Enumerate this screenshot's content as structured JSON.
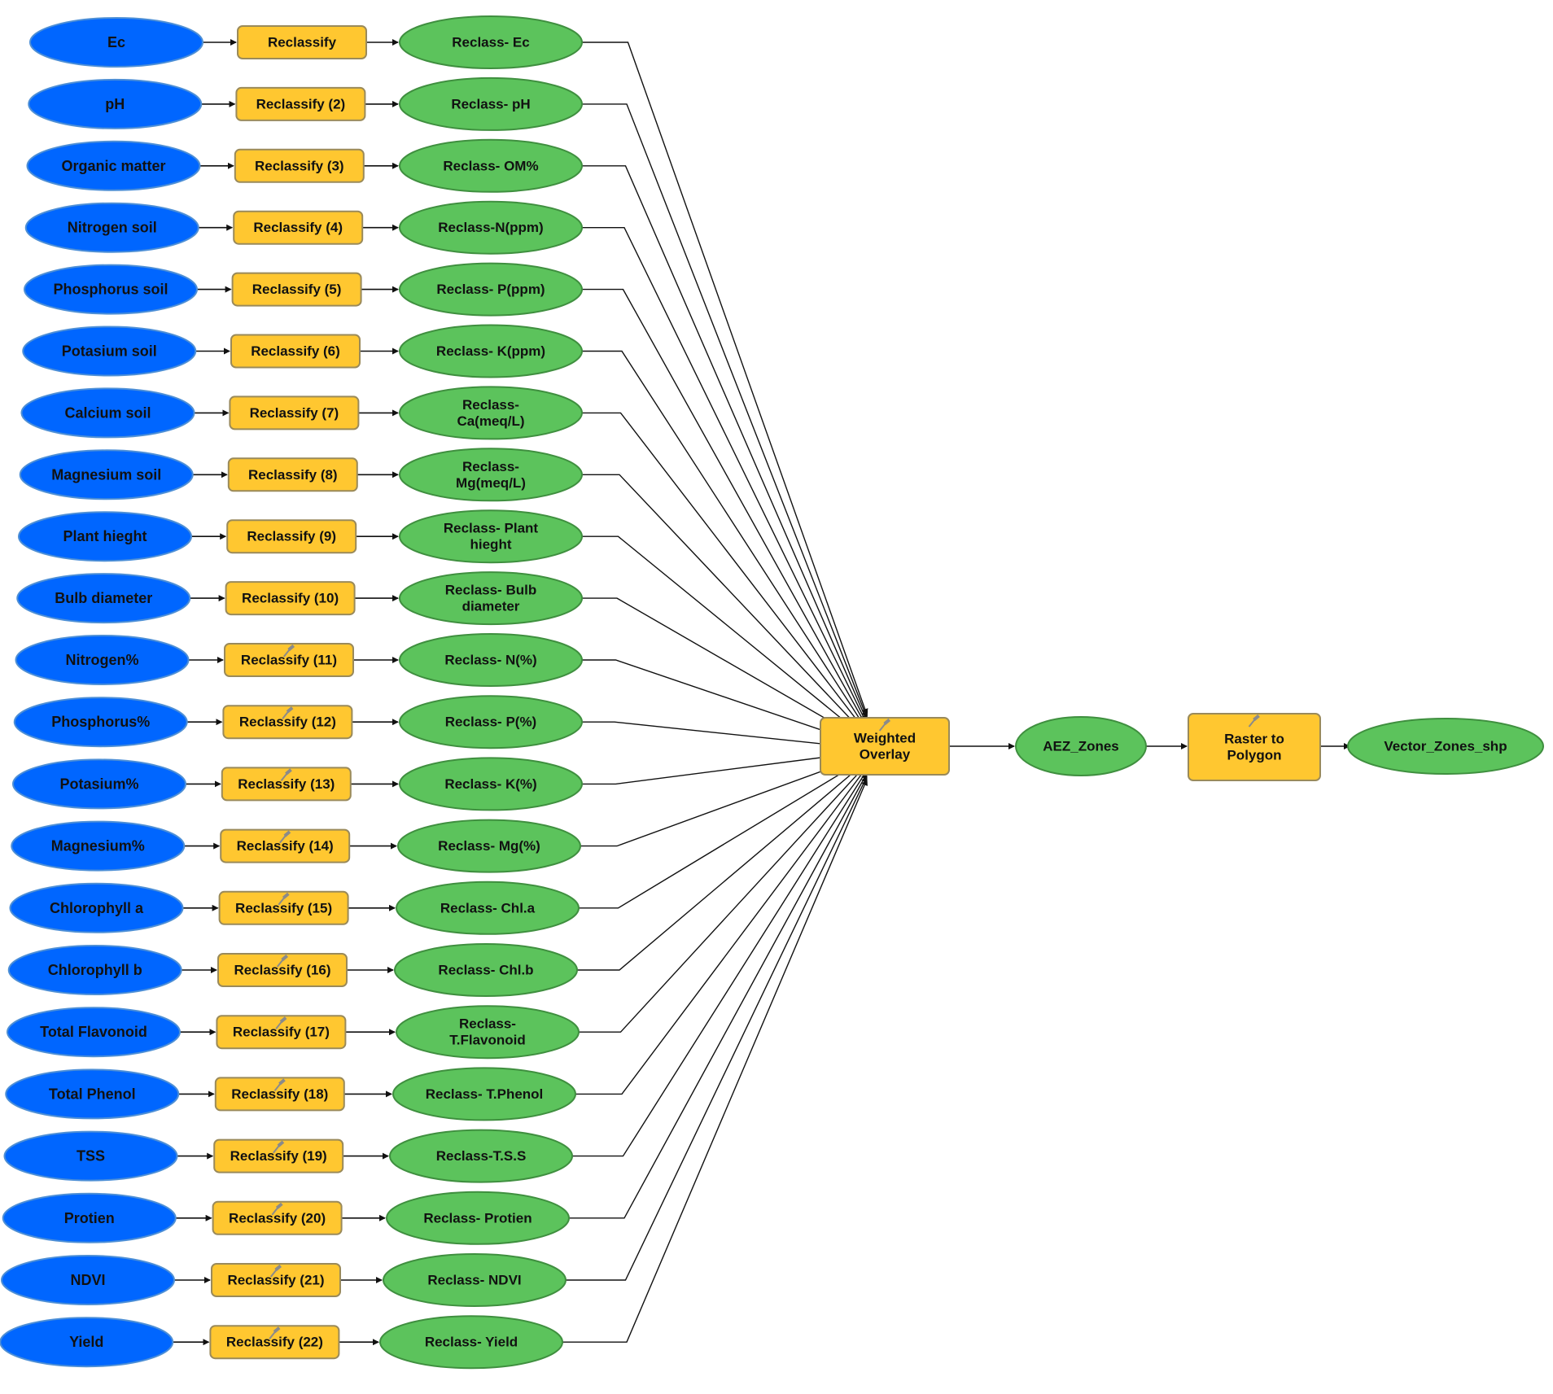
{
  "colors": {
    "input_fill": "#0066FF",
    "input_stroke": "#4d8fd6",
    "tool_fill": "#FFC730",
    "tool_stroke": "#9a8a5a",
    "output_fill": "#5CC35C",
    "output_stroke": "#3f8f3f",
    "connector": "#111111",
    "background": "#FFFFFF"
  },
  "rows": [
    {
      "input": "Ec",
      "tool": "Reclassify",
      "output": [
        "Reclass- Ec"
      ]
    },
    {
      "input": "pH",
      "tool": "Reclassify (2)",
      "output": [
        "Reclass- pH"
      ]
    },
    {
      "input": "Organic matter",
      "tool": "Reclassify (3)",
      "output": [
        "Reclass- OM%"
      ]
    },
    {
      "input": "Nitrogen soil",
      "tool": "Reclassify (4)",
      "output": [
        "Reclass-N(ppm)"
      ]
    },
    {
      "input": "Phosphorus soil",
      "tool": "Reclassify (5)",
      "output": [
        "Reclass- P(ppm)"
      ]
    },
    {
      "input": "Potasium soil",
      "tool": "Reclassify (6)",
      "output": [
        "Reclass- K(ppm)"
      ]
    },
    {
      "input": "Calcium soil",
      "tool": "Reclassify (7)",
      "output": [
        "Reclass-",
        "Ca(meq/L)"
      ]
    },
    {
      "input": "Magnesium soil",
      "tool": "Reclassify (8)",
      "output": [
        "Reclass-",
        "Mg(meq/L)"
      ]
    },
    {
      "input": "Plant hieght",
      "tool": "Reclassify (9)",
      "output": [
        "Reclass- Plant",
        "hieght"
      ]
    },
    {
      "input": "Bulb diameter",
      "tool": "Reclassify (10)",
      "output": [
        "Reclass- Bulb",
        "diameter"
      ]
    },
    {
      "input": "Nitrogen%",
      "tool": "Reclassify (11)",
      "output": [
        "Reclass- N(%)"
      ]
    },
    {
      "input": "Phosphorus%",
      "tool": "Reclassify (12)",
      "output": [
        "Reclass- P(%)"
      ]
    },
    {
      "input": "Potasium%",
      "tool": "Reclassify (13)",
      "output": [
        "Reclass- K(%)"
      ]
    },
    {
      "input": "Magnesium%",
      "tool": "Reclassify (14)",
      "output": [
        "Reclass- Mg(%)"
      ]
    },
    {
      "input": "Chlorophyll a",
      "tool": "Reclassify (15)",
      "output": [
        "Reclass- Chl.a"
      ]
    },
    {
      "input": "Chlorophyll b",
      "tool": "Reclassify (16)",
      "output": [
        "Reclass- Chl.b"
      ]
    },
    {
      "input": "Total Flavonoid",
      "tool": "Reclassify (17)",
      "output": [
        "Reclass-",
        "T.Flavonoid"
      ]
    },
    {
      "input": "Total Phenol",
      "tool": "Reclassify (18)",
      "output": [
        "Reclass- T.Phenol"
      ]
    },
    {
      "input": "TSS",
      "tool": "Reclassify (19)",
      "output": [
        "Reclass-T.S.S"
      ]
    },
    {
      "input": "Protien",
      "tool": "Reclassify (20)",
      "output": [
        "Reclass- Protien"
      ]
    },
    {
      "input": "NDVI",
      "tool": "Reclassify  (21)",
      "output": [
        "Reclass- NDVI"
      ]
    },
    {
      "input": "Yield",
      "tool": "Reclassify  (22)",
      "output": [
        "Reclass- Yield"
      ]
    }
  ],
  "final": {
    "weighted_overlay": [
      "Weighted",
      "Overlay"
    ],
    "aez_zones": "AEZ_Zones",
    "raster_to_polygon": [
      "Raster to",
      "Polygon"
    ],
    "vector_zones": "Vector_Zones_shp"
  }
}
